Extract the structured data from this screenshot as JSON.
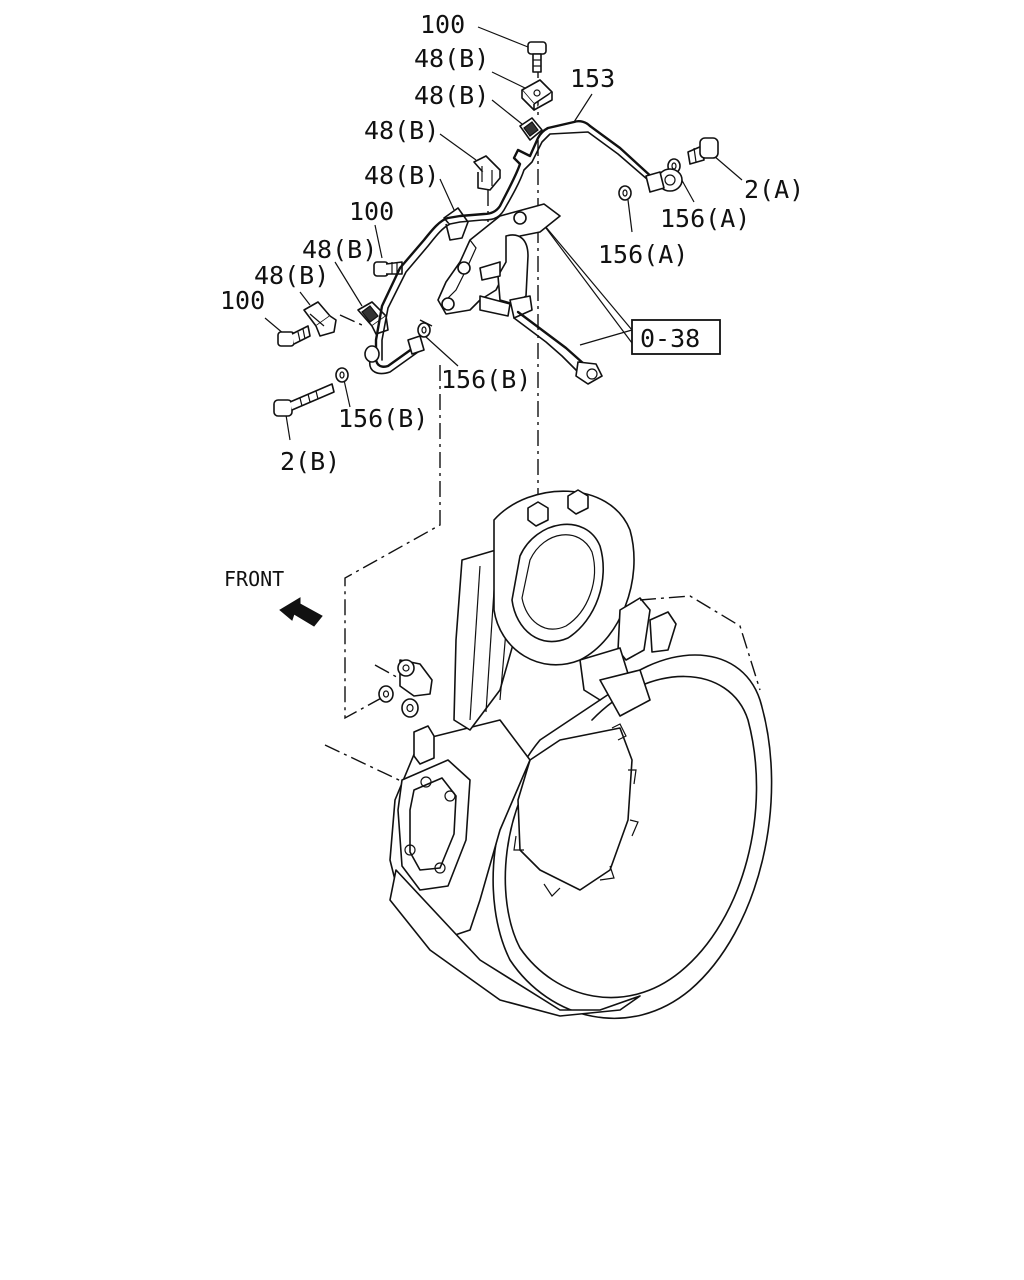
{
  "callouts": {
    "c100_top": "100",
    "c48b_1": "48(B)",
    "c48b_2": "48(B)",
    "c153": "153",
    "c48b_3": "48(B)",
    "c48b_4": "48(B)",
    "c2a": "2(A)",
    "c156a_1": "156(A)",
    "c100_mid": "100",
    "c48b_5": "48(B)",
    "c156a_2": "156(A)",
    "c48b_6": "48(B)",
    "c100_left": "100",
    "c038": "0-38",
    "c156b_1": "156(B)",
    "c156b_2": "156(B)",
    "c2b": "2(B)"
  },
  "front_label": "FRONT",
  "colors": {
    "line": "#111111",
    "background": "#ffffff"
  }
}
